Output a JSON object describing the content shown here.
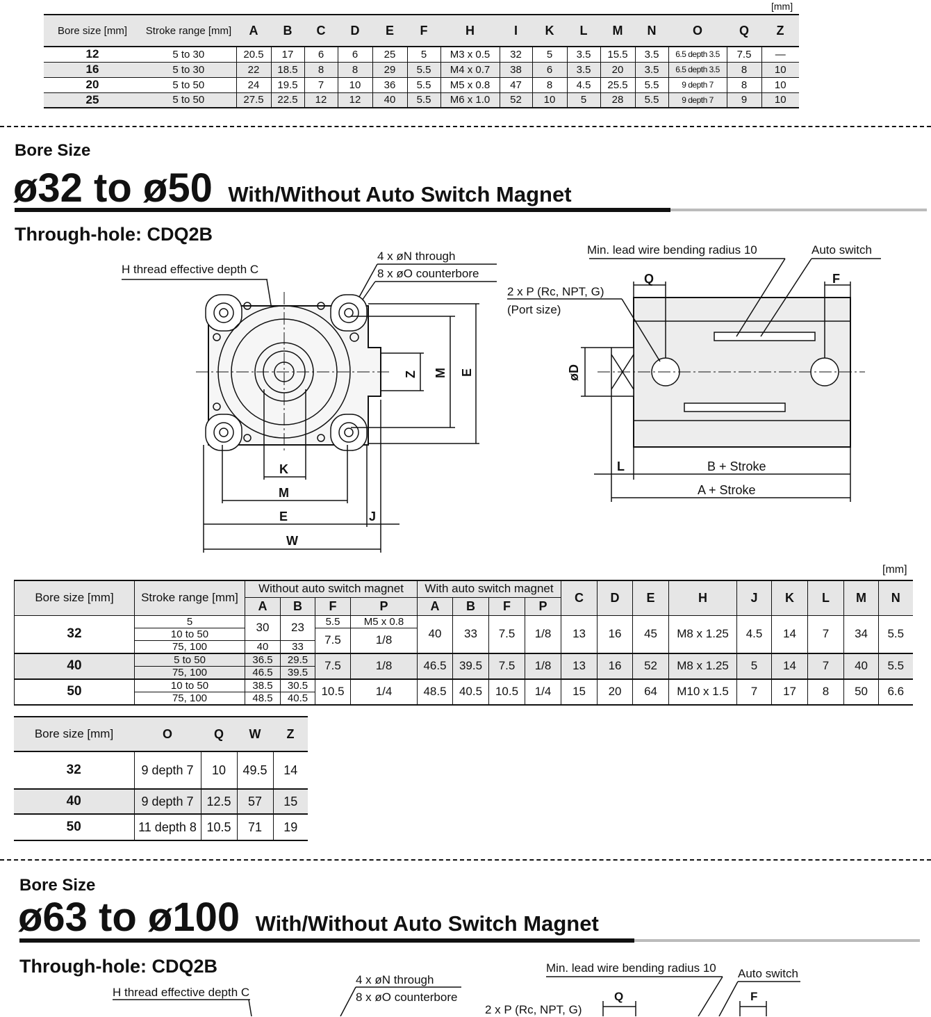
{
  "table1": {
    "unit": "[mm]",
    "headers": [
      "Bore size [mm]",
      "Stroke range [mm]",
      "A",
      "B",
      "C",
      "D",
      "E",
      "F",
      "H",
      "I",
      "K",
      "L",
      "M",
      "N",
      "O",
      "Q",
      "Z"
    ],
    "rows": [
      [
        "12",
        "5 to 30",
        "20.5",
        "17",
        "6",
        "6",
        "25",
        "5",
        "M3 x 0.5",
        "32",
        "5",
        "3.5",
        "15.5",
        "3.5",
        "6.5 depth 3.5",
        "7.5",
        "—"
      ],
      [
        "16",
        "5 to 30",
        "22",
        "18.5",
        "8",
        "8",
        "29",
        "5.5",
        "M4 x 0.7",
        "38",
        "6",
        "3.5",
        "20",
        "3.5",
        "6.5 depth 3.5",
        "8",
        "10"
      ],
      [
        "20",
        "5 to 50",
        "24",
        "19.5",
        "7",
        "10",
        "36",
        "5.5",
        "M5 x 0.8",
        "47",
        "8",
        "4.5",
        "25.5",
        "5.5",
        "9 depth 7",
        "8",
        "10"
      ],
      [
        "25",
        "5 to 50",
        "27.5",
        "22.5",
        "12",
        "12",
        "40",
        "5.5",
        "M6 x 1.0",
        "52",
        "10",
        "5",
        "28",
        "5.5",
        "9 depth 7",
        "9",
        "10"
      ]
    ]
  },
  "section1": {
    "bore_label": "Bore Size",
    "range_main": "ø32 to ø50",
    "range_sub": "With/Without Auto Switch Magnet",
    "through_hole": "Through-hole: CDQ2B"
  },
  "drawing1": {
    "h_thread": "H thread effective depth C",
    "n_through": "4 x øN through",
    "o_counterbore": "8 x øO counterbore",
    "min_lead": "Min. lead wire bending radius 10",
    "auto_switch": "Auto switch",
    "port": "2 x P (Rc, NPT, G)",
    "port_size": "(Port size)",
    "dims": {
      "Q": "Q",
      "F": "F",
      "D": "øD",
      "Z": "Z",
      "M": "M",
      "E": "E",
      "K": "K",
      "J": "J",
      "W": "W",
      "L": "L",
      "B_stroke": "B + Stroke",
      "A_stroke": "A + Stroke"
    }
  },
  "table2": {
    "unit": "[mm]",
    "group_without": "Without auto switch magnet",
    "group_with": "With auto switch magnet",
    "head_bore": "Bore size [mm]",
    "head_stroke": "Stroke range [mm]",
    "sub_headers": [
      "A",
      "B",
      "F",
      "P",
      "A",
      "B",
      "F",
      "P"
    ],
    "right_headers": [
      "C",
      "D",
      "E",
      "H",
      "J",
      "K",
      "L",
      "M",
      "N"
    ],
    "bore32": {
      "bore": "32",
      "strokes": [
        "5",
        "10 to 50",
        "75, 100"
      ],
      "wo_A": [
        "30",
        "40"
      ],
      "wo_B": [
        "23",
        "33"
      ],
      "wo_F": [
        "5.5",
        "7.5"
      ],
      "wo_P": [
        "M5 x 0.8",
        "1/8"
      ],
      "w": [
        "40",
        "33",
        "7.5",
        "1/8"
      ],
      "right": [
        "13",
        "16",
        "45",
        "M8 x 1.25",
        "4.5",
        "14",
        "7",
        "34",
        "5.5"
      ]
    },
    "bore40": {
      "bore": "40",
      "strokes": [
        "5 to 50",
        "75, 100"
      ],
      "wo_A": [
        "36.5",
        "46.5"
      ],
      "wo_B": [
        "29.5",
        "39.5"
      ],
      "wo_F": "7.5",
      "wo_P": "1/8",
      "w": [
        "46.5",
        "39.5",
        "7.5",
        "1/8"
      ],
      "right": [
        "13",
        "16",
        "52",
        "M8 x 1.25",
        "5",
        "14",
        "7",
        "40",
        "5.5"
      ]
    },
    "bore50": {
      "bore": "50",
      "strokes": [
        "10 to 50",
        "75, 100"
      ],
      "wo_A": [
        "38.5",
        "48.5"
      ],
      "wo_B": [
        "30.5",
        "40.5"
      ],
      "wo_F": "10.5",
      "wo_P": "1/4",
      "w": [
        "48.5",
        "40.5",
        "10.5",
        "1/4"
      ],
      "right": [
        "15",
        "20",
        "64",
        "M10 x 1.5",
        "7",
        "17",
        "8",
        "50",
        "6.6"
      ]
    }
  },
  "table3": {
    "headers": [
      "Bore size [mm]",
      "O",
      "Q",
      "W",
      "Z"
    ],
    "rows": [
      [
        "32",
        "9 depth 7",
        "10",
        "49.5",
        "14"
      ],
      [
        "40",
        "9 depth 7",
        "12.5",
        "57",
        "15"
      ],
      [
        "50",
        "11 depth 8",
        "10.5",
        "71",
        "19"
      ]
    ]
  },
  "section2": {
    "bore_label": "Bore Size",
    "range_main": "ø63 to ø100",
    "range_sub": "With/Without Auto Switch Magnet",
    "through_hole": "Through-hole: CDQ2B",
    "h_thread": "H thread effective depth C",
    "n_through": "4 x øN through",
    "o_counterbore": "8 x øO counterbore",
    "min_lead": "Min. lead wire bending radius 10",
    "auto_switch": "Auto switch",
    "port": "2 x P (Rc, NPT, G)",
    "q": "Q",
    "f": "F"
  }
}
